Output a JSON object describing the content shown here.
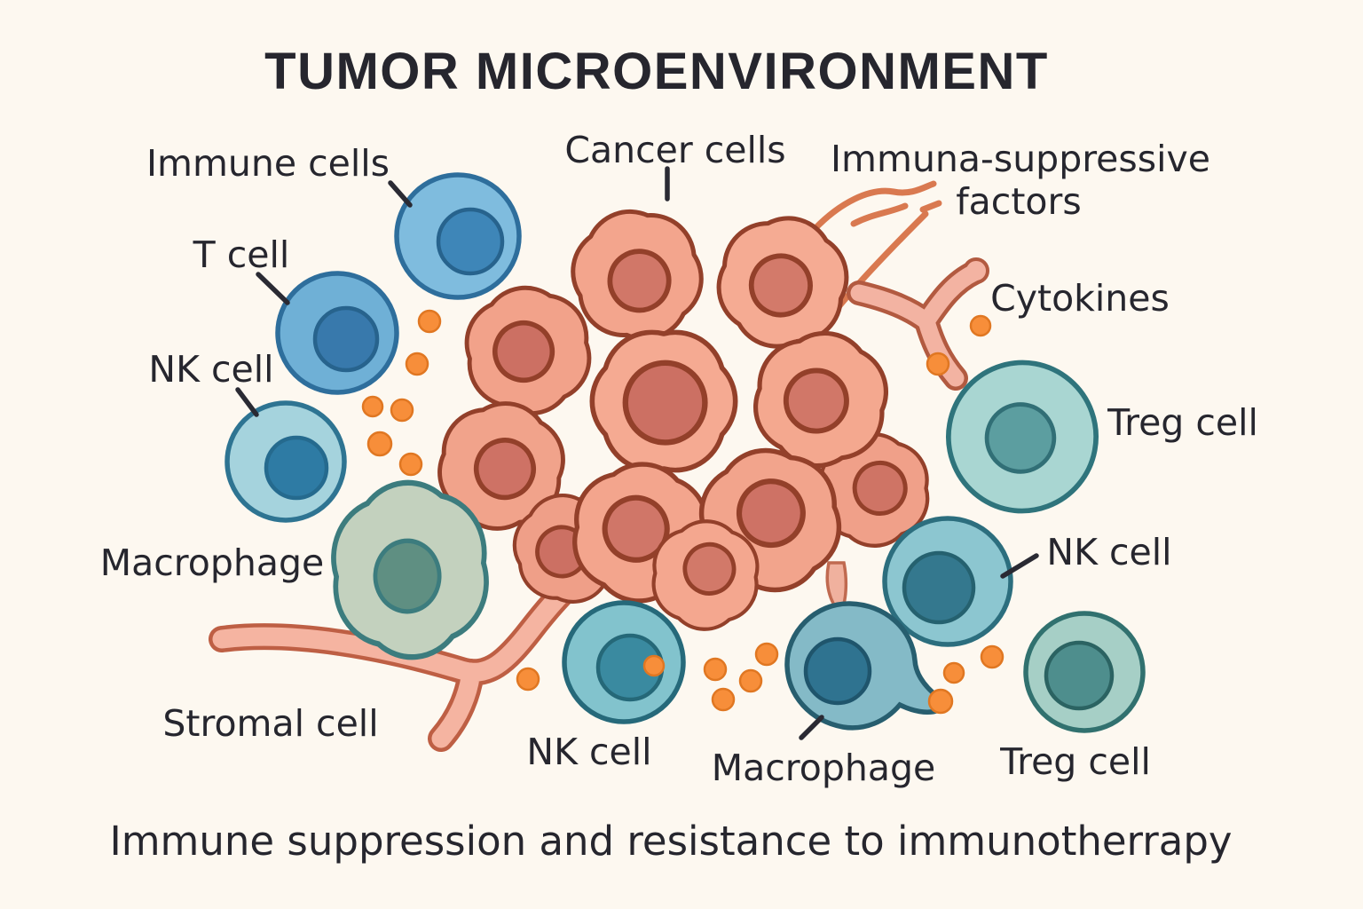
{
  "title": "TUMOR MICROENVIRONMENT",
  "caption": "Immune suppression and resistance to immunotherrapy",
  "labels": {
    "immune_cells": "Immune cells",
    "t_cell": "T cell",
    "nk_cell_left": "NK cell",
    "macrophage_left": "Macrophage",
    "stromal_cell": "Stromal cell",
    "cancer_cells": "Cancer cells",
    "immuno_suppressive_1": "Immuna-suppressive",
    "immuno_suppressive_2": "factors",
    "cytokines": "Cytokines",
    "treg_cell_right": "Treg cell",
    "nk_cell_right": "NK cell",
    "nk_cell_bottom": "NK cell",
    "macrophage_bottom": "Macrophage",
    "treg_cell_bottom": "Treg cell"
  },
  "palette": {
    "background": "#FDF8F0",
    "text": "#26262E",
    "cancer_cell_body": "#F3A58D",
    "cancer_cell_nucleus": "#CE7265",
    "cancer_cell_outline": "#93402A",
    "immune_cell_blue_body": "#7FBCDE",
    "immune_cell_blue_nucleus": "#3E86B8",
    "nk_cell_teal_body": "#8CC6D0",
    "treg_cell_body": "#A9D6D2",
    "macrophage_green_body": "#C3D1BE",
    "macrophage_teal_body": "#84BAC7",
    "stromal_fill": "#F5B4A1",
    "stromal_outline": "#BE5F44",
    "cytokine_dot": "#F78E3A",
    "squiggle_line": "#D97950",
    "pointer_line": "#2A2A33"
  }
}
